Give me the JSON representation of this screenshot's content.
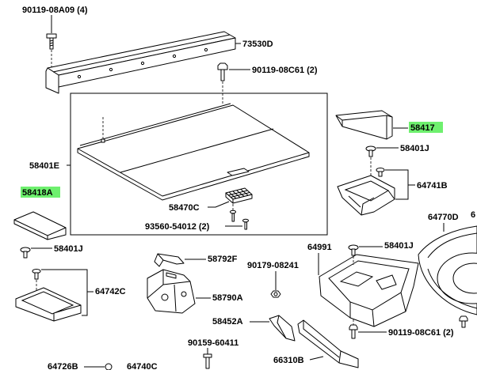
{
  "colors": {
    "highlight": "#6ef06e"
  },
  "labels": {
    "bolt_90119_08A09": {
      "text": "90119-08A09 (4)"
    },
    "bracket_73530D": {
      "text": "73530D"
    },
    "bolt_90119_08C61_top": {
      "text": "90119-08C61 (2)"
    },
    "cover_58417": {
      "text": "58417",
      "highlighted": true
    },
    "clip_58401J_right": {
      "text": "58401J"
    },
    "tonneau_58401E": {
      "text": "58401E"
    },
    "box_64741B": {
      "text": "64741B"
    },
    "plate_58418A": {
      "text": "58418A",
      "highlighted": true
    },
    "handle_58470C": {
      "text": "58470C"
    },
    "screw_93560_54012": {
      "text": "93560-54012 (2)"
    },
    "tray_64770D": {
      "text": "64770D"
    },
    "edge_partial": {
      "text": "6"
    },
    "clip_58401J_left": {
      "text": "58401J"
    },
    "tray_64991": {
      "text": "64991"
    },
    "clip_58401J_mid": {
      "text": "58401J"
    },
    "bracket_58792F": {
      "text": "58792F"
    },
    "nut_90179_08241": {
      "text": "90179-08241"
    },
    "tray_64742C": {
      "text": "64742C"
    },
    "block_58790A": {
      "text": "58790A"
    },
    "strip_58452A": {
      "text": "58452A"
    },
    "bolt_90119_08C61_bottom": {
      "text": "90119-08C61 (2)"
    },
    "bolt_90159_60411": {
      "text": "90159-60411"
    },
    "strip_66310B": {
      "text": "66310B"
    },
    "part_64726B": {
      "text": "64726B"
    },
    "part_64740C": {
      "text": "64740C"
    }
  }
}
